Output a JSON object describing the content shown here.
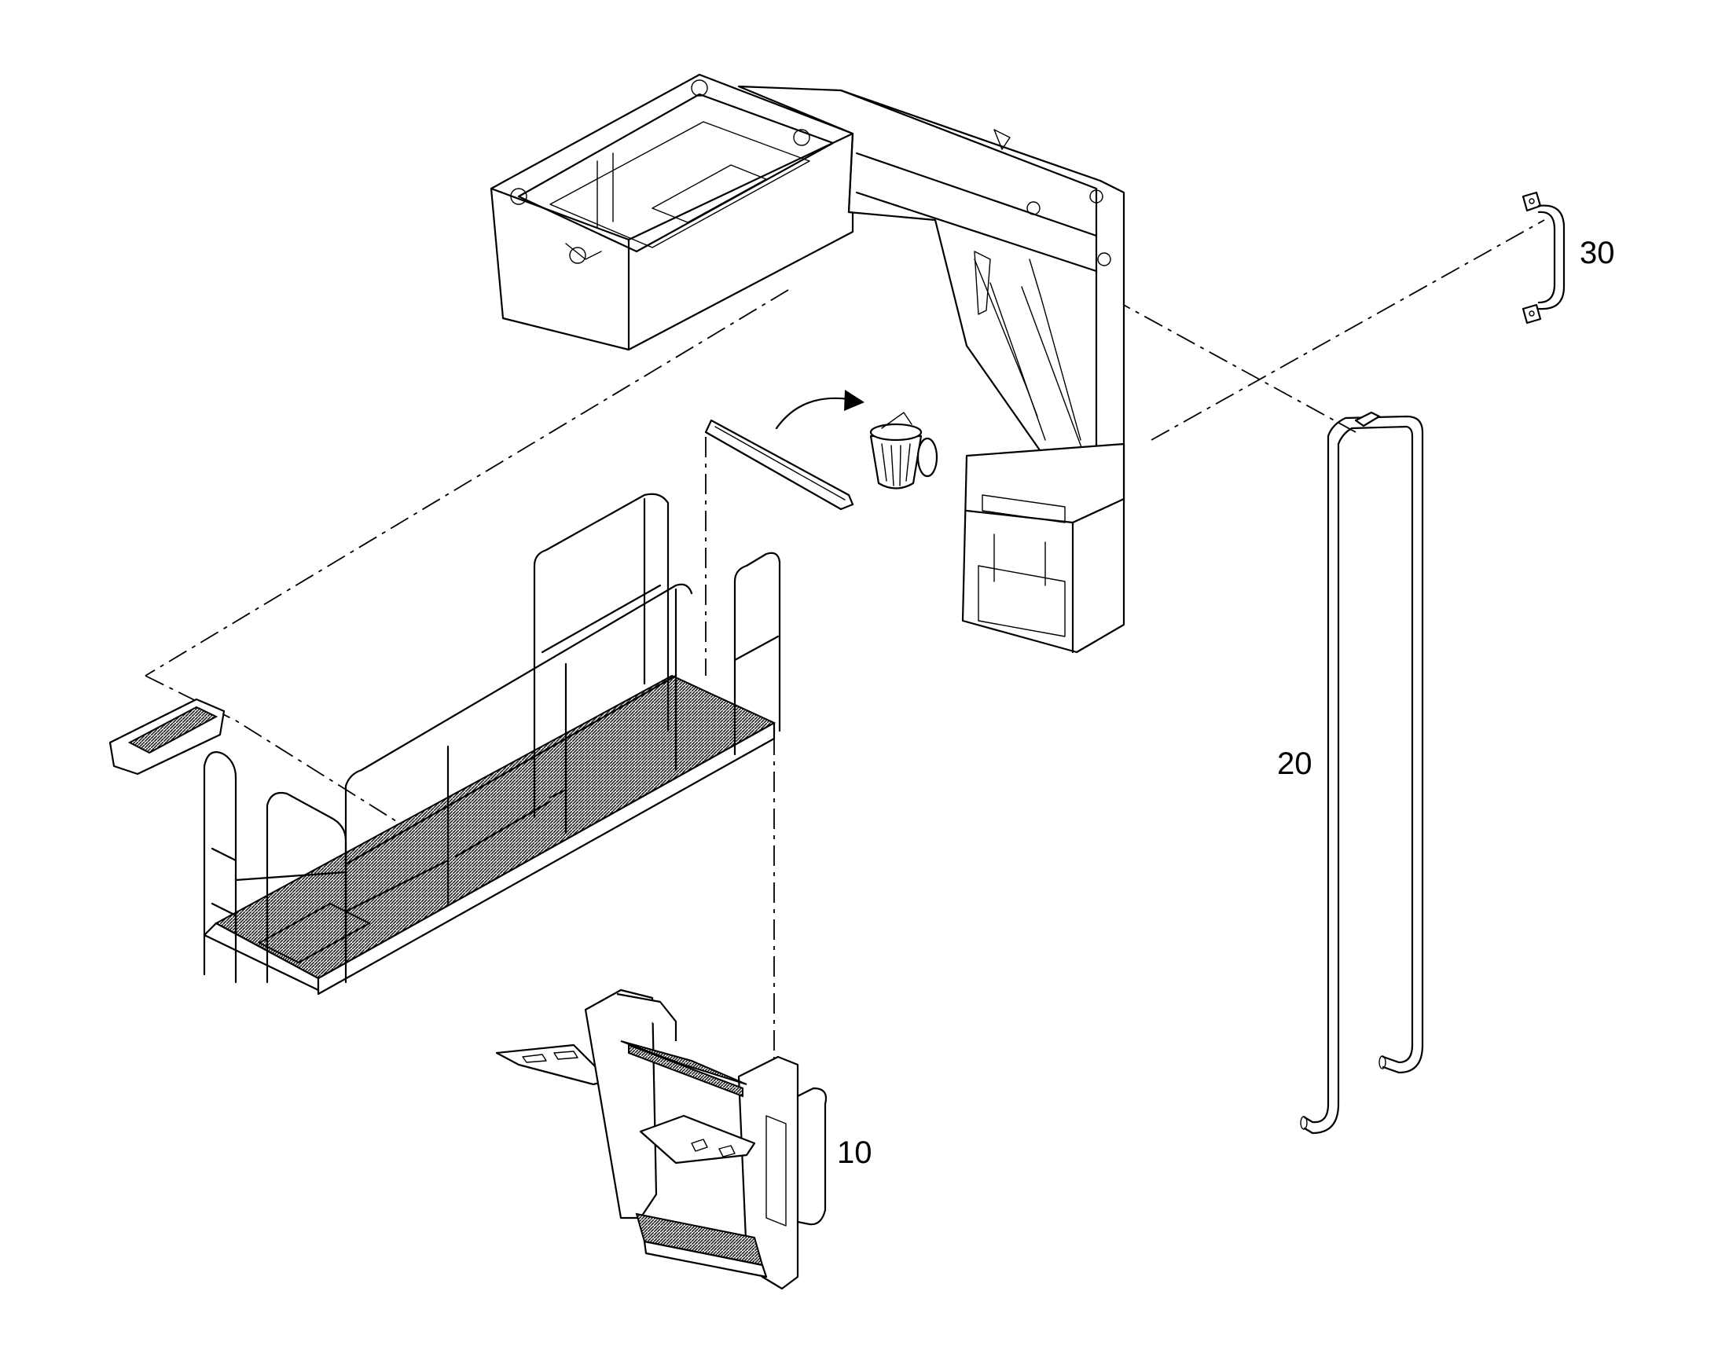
{
  "callouts": {
    "ladder": "10",
    "handrail_long": "20",
    "handle_short": "30"
  }
}
